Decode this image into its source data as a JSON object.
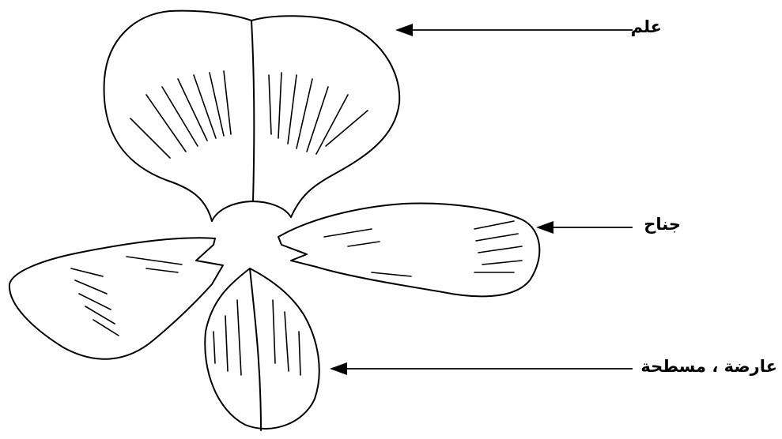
{
  "labels": {
    "standard": "علم",
    "wing": "جناح",
    "keel": "عارضة ، مسطحة"
  },
  "colors": {
    "line": "#000000",
    "background": "#ffffff"
  }
}
